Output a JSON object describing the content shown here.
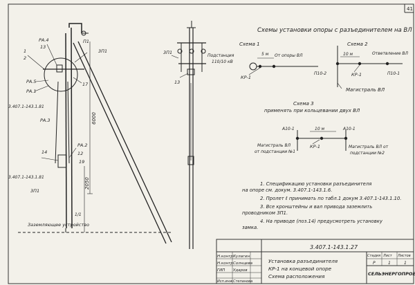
{
  "sheet": {
    "page_no": "41"
  },
  "drawing": {
    "title": "Схемы установки опоры с разъединителем на ВЛ",
    "left_labels": {
      "ra4": "РА.4",
      "n13": "13",
      "n1": "1",
      "n2": "2",
      "p1": "П1",
      "ra5": "РА.5",
      "ra1": "РА.1",
      "ref1": "3.407.1-143.1.81",
      "ra3": "РА.3",
      "n14": "14",
      "ra2": "РА.2",
      "ref2": "3.407.1-143.1.81",
      "zp1": "3П1",
      "n17": "17",
      "n12": "12",
      "n9": "19",
      "dim_6000": "6000",
      "dim_2050": "2050",
      "dim_1": "1/1",
      "zp1_b": "3П1",
      "ground": "Заземляющее устройство"
    },
    "mid_labels": {
      "zp1": "3П1",
      "n13": "13"
    },
    "schemes": {
      "s1": "Схема 1",
      "s1_sub": "Подстанция",
      "s1_sub2": "110/10 кВ",
      "s1_span": "5 м",
      "s1_branch": "От опоры ВЛ",
      "s1_kr": "КР-1",
      "s2": "Схема 2",
      "s2_span": "10 м",
      "s2_branch": "Ответвление ВЛ",
      "s2_p10a": "П10-2",
      "s2_kr": "КР-1",
      "s2_p10b": "П10-1",
      "s2_main": "Магистраль ВЛ",
      "s3": "Схема 3",
      "s3_sub": "применять при кольцевании двух ВЛ",
      "s3_a1": "А10-1",
      "s3_span": "10 м",
      "s3_a2": "А10-1",
      "s3_kr": "КР-1",
      "s3_ml1": "Магистраль ВЛ",
      "s3_ml1b": "от подстанции №1",
      "s3_ml2": "Магистраль ВЛ от",
      "s3_ml2b": "подстанции №2"
    },
    "notes": [
      "1. Спецификацию установки разъединителя",
      "на опоре см. докум. 3.407.1-143.1.6.",
      "2. Пролет ℓ принимать по табл.1 докум 3.407.1-143.1.10.",
      "3. Все кронштейны и вал привода заземлить",
      "проводником 3П1.",
      "4. На приводе (поз.14) предусмотреть установку",
      "замка."
    ]
  },
  "title_block": {
    "doc_code": "3.407.1-143.1.27",
    "rows": [
      {
        "role": "Н.контр",
        "name": "Кулагин"
      },
      {
        "role": "Н.контр",
        "name": "Солнцева"
      },
      {
        "role": "ГИП",
        "name": "Ударов"
      },
      {
        "role": "Исп.инж",
        "name": "Степанова"
      }
    ],
    "description_1": "Установка разъединителя",
    "description_2": "КР-1 на концевой опоре",
    "description_3": "Схема расположения",
    "stage_label": "Стадия",
    "sheet_label": "Лист",
    "sheets_label": "Листов",
    "stage": "Р",
    "sheet": "1",
    "sheets": "1",
    "org": "СЕЛЬЭНЕРГОПРОЕКТ"
  }
}
